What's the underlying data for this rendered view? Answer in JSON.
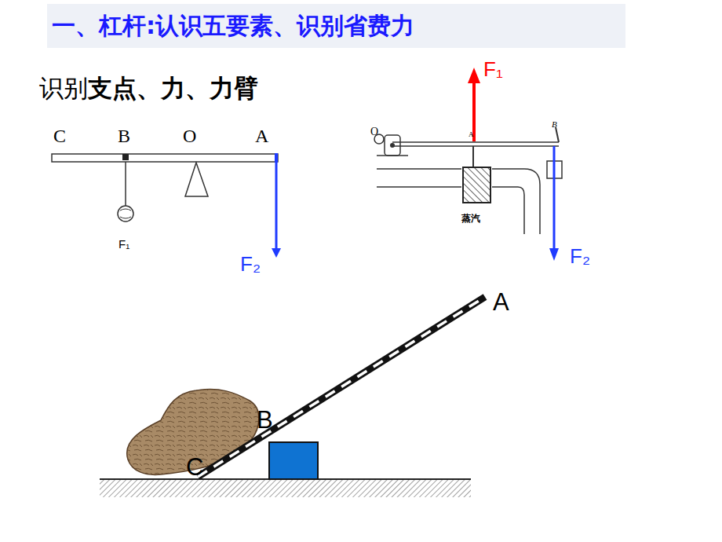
{
  "diagram": {
    "title": "一、杠杆:认识五要素、识别省费力",
    "labels": [
      "识别",
      "支点、力、力臂",
      "C",
      "B",
      "O",
      "A",
      "F₁",
      "F₂",
      "O",
      "A",
      "F₁",
      "B",
      "蒸汽",
      "F₂",
      "A",
      "B",
      "C"
    ]
  }
}
